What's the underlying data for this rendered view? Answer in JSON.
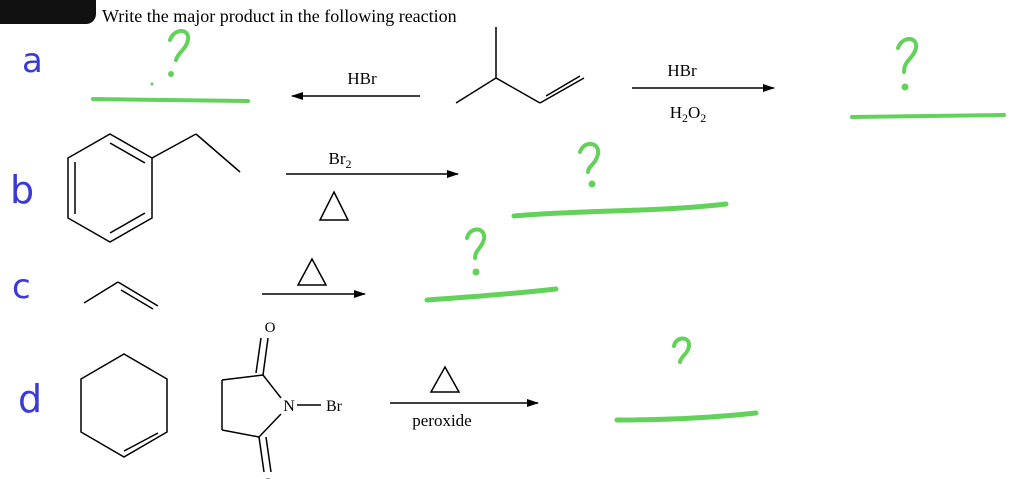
{
  "instruction": "Write the major product in the following reaction",
  "question_mark": "?",
  "ink_colors": {
    "part_labels": "#3a3ad8",
    "answer_blanks": "#62d25a",
    "structures": "#000000"
  },
  "parts": [
    {
      "label": "a",
      "reagent_left": "HBr",
      "reagent_right_top": "HBr",
      "reagent_right_bottom": {
        "main": "H",
        "sub1": "2",
        "mid": "O",
        "sub2": "2"
      }
    },
    {
      "label": "b",
      "reagent_top": {
        "main": "Br",
        "sub": "2"
      },
      "condition": "heat-triangle"
    },
    {
      "label": "c",
      "condition": "heat-triangle"
    },
    {
      "label": "d",
      "nbs_atoms": {
        "N": "N",
        "Br": "Br",
        "O_top": "O",
        "O_bottom": "O"
      },
      "condition": "heat-triangle",
      "reagent_bottom": "peroxide"
    }
  ]
}
